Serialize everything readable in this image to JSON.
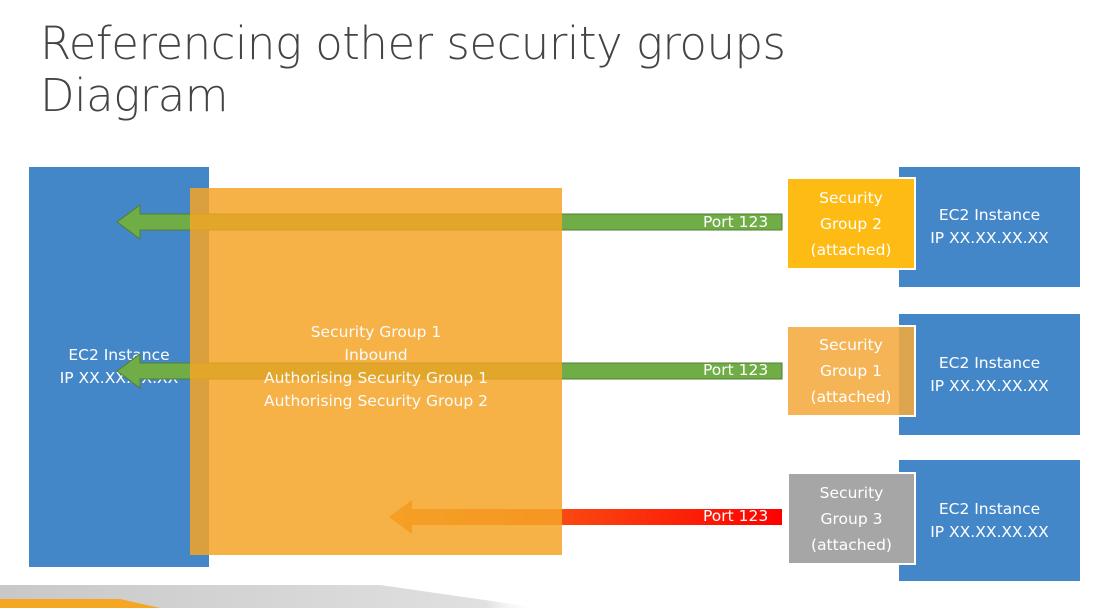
{
  "title": {
    "line1": "Referencing other security groups",
    "line2": "Diagram"
  },
  "left_instance": {
    "line1": "EC2 Instance",
    "line2": "IP XX.XX.XX.XX"
  },
  "security_group_1": {
    "line1": "Security Group 1",
    "line2": "Inbound",
    "line3": "Authorising Security Group 1",
    "line4": "Authorising Security Group 2"
  },
  "connections": [
    {
      "port": "Port 123",
      "arrow_color": "#70ad47",
      "group": {
        "line1": "Security",
        "line2": "Group 2",
        "line3": "(attached)",
        "color": "#fdbb13"
      },
      "instance": {
        "line1": "EC2 Instance",
        "line2": "IP XX.XX.XX.XX"
      }
    },
    {
      "port": "Port 123",
      "arrow_color": "#70ad47",
      "group": {
        "line1": "Security",
        "line2": "Group 1",
        "line3": "(attached)",
        "color": "#f4aa3e"
      },
      "instance": {
        "line1": "EC2 Instance",
        "line2": "IP XX.XX.XX.XX"
      }
    },
    {
      "port": "Port 123",
      "arrow_color": "#ff0000",
      "group": {
        "line1": "Security",
        "line2": "Group 3",
        "line3": "(attached)",
        "color": "#a6a6a6"
      },
      "instance": {
        "line1": "EC2 Instance",
        "line2": "IP XX.XX.XX.XX"
      }
    }
  ],
  "colors": {
    "ec2_blue": "#4487c9",
    "sg_orange": "#f5a426",
    "allowed_green": "#70ad47",
    "blocked_red": "#ff0000"
  }
}
